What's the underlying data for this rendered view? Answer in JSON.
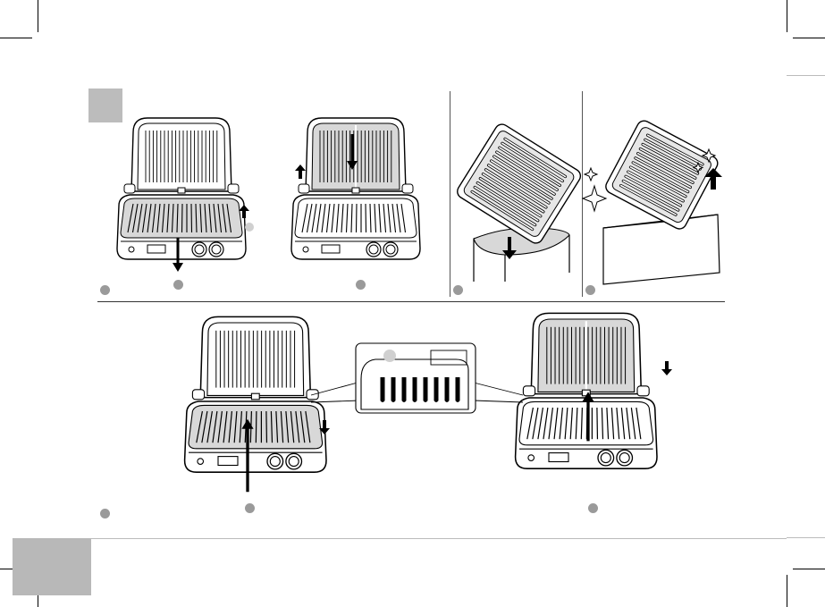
{
  "page": {
    "title": "",
    "colors": {
      "line": "#000000",
      "plate_fill": "#d8d8d8",
      "marker_gray": "#9a9a9a",
      "corner_box": "#bcbcbc"
    }
  },
  "figures": [
    {
      "id": "fig-1",
      "icon": "open-grill-remove-bottom-plate"
    },
    {
      "id": "fig-2",
      "icon": "open-grill-remove-top-plate"
    },
    {
      "id": "fig-3",
      "icon": "plate-into-dishwasher"
    },
    {
      "id": "fig-4",
      "icon": "clean-plate-out-of-box"
    },
    {
      "id": "fig-5",
      "icon": "insert-bottom-plate"
    },
    {
      "id": "fig-6",
      "icon": "insert-top-plate"
    }
  ]
}
